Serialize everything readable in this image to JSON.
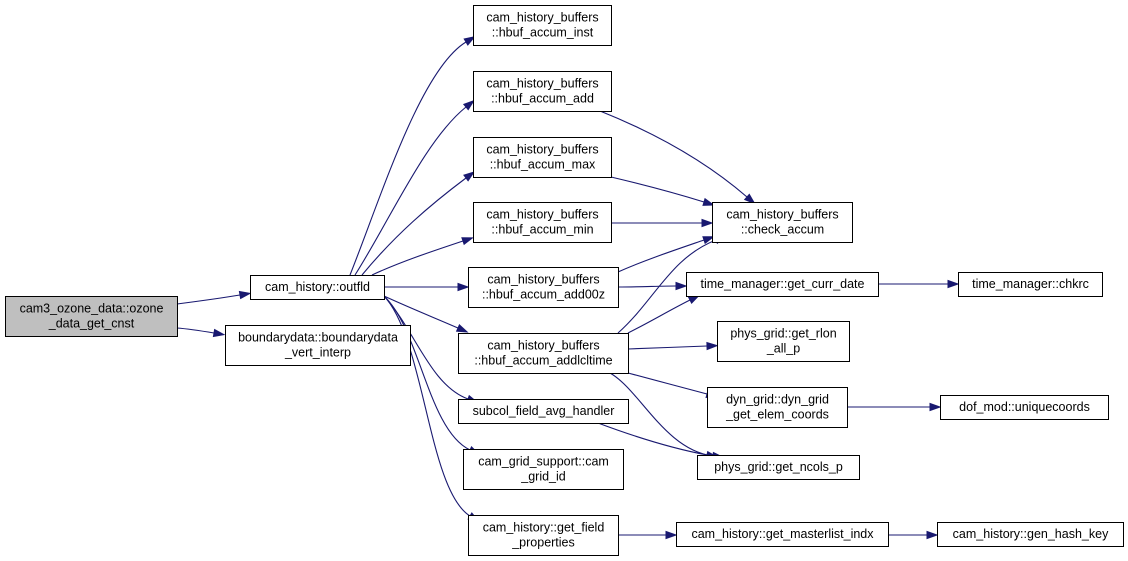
{
  "graph": {
    "nodes": [
      {
        "id": "n0",
        "lines": [
          "cam3_ozone_data::ozone",
          "_data_get_cnst"
        ],
        "root": true
      },
      {
        "id": "n1",
        "lines": [
          "cam_history::outfld"
        ]
      },
      {
        "id": "n2",
        "lines": [
          "boundarydata::boundarydata",
          "_vert_interp"
        ]
      },
      {
        "id": "n3",
        "lines": [
          "cam_history_buffers",
          "::hbuf_accum_inst"
        ]
      },
      {
        "id": "n4",
        "lines": [
          "cam_history_buffers",
          "::hbuf_accum_add"
        ]
      },
      {
        "id": "n5",
        "lines": [
          "cam_history_buffers",
          "::hbuf_accum_max"
        ]
      },
      {
        "id": "n6",
        "lines": [
          "cam_history_buffers",
          "::hbuf_accum_min"
        ]
      },
      {
        "id": "n7",
        "lines": [
          "cam_history_buffers",
          "::hbuf_accum_add00z"
        ]
      },
      {
        "id": "n8",
        "lines": [
          "cam_history_buffers",
          "::hbuf_accum_addlcltime"
        ]
      },
      {
        "id": "n9",
        "lines": [
          "subcol_field_avg_handler"
        ]
      },
      {
        "id": "n10",
        "lines": [
          "cam_grid_support::cam",
          "_grid_id"
        ]
      },
      {
        "id": "n11",
        "lines": [
          "cam_history::get_field",
          "_properties"
        ]
      },
      {
        "id": "n12",
        "lines": [
          "cam_history_buffers",
          "::check_accum"
        ]
      },
      {
        "id": "n13",
        "lines": [
          "time_manager::get_curr_date"
        ]
      },
      {
        "id": "n14",
        "lines": [
          "phys_grid::get_rlon",
          "_all_p"
        ]
      },
      {
        "id": "n15",
        "lines": [
          "dyn_grid::dyn_grid",
          "_get_elem_coords"
        ]
      },
      {
        "id": "n16",
        "lines": [
          "phys_grid::get_ncols_p"
        ]
      },
      {
        "id": "n17",
        "lines": [
          "cam_history::get_masterlist_indx"
        ]
      },
      {
        "id": "n18",
        "lines": [
          "time_manager::chkrc"
        ]
      },
      {
        "id": "n19",
        "lines": [
          "dof_mod::uniquecoords"
        ]
      },
      {
        "id": "n20",
        "lines": [
          "cam_history::gen_hash_key"
        ]
      }
    ],
    "edges": [
      {
        "from": "n0",
        "to": "n1"
      },
      {
        "from": "n0",
        "to": "n2"
      },
      {
        "from": "n1",
        "to": "n3"
      },
      {
        "from": "n1",
        "to": "n4"
      },
      {
        "from": "n1",
        "to": "n5"
      },
      {
        "from": "n1",
        "to": "n6"
      },
      {
        "from": "n1",
        "to": "n7"
      },
      {
        "from": "n1",
        "to": "n8"
      },
      {
        "from": "n1",
        "to": "n9"
      },
      {
        "from": "n1",
        "to": "n10"
      },
      {
        "from": "n1",
        "to": "n11"
      },
      {
        "from": "n4",
        "to": "n12"
      },
      {
        "from": "n5",
        "to": "n12"
      },
      {
        "from": "n6",
        "to": "n12"
      },
      {
        "from": "n7",
        "to": "n12"
      },
      {
        "from": "n7",
        "to": "n13"
      },
      {
        "from": "n8",
        "to": "n12"
      },
      {
        "from": "n8",
        "to": "n13"
      },
      {
        "from": "n8",
        "to": "n14"
      },
      {
        "from": "n8",
        "to": "n15"
      },
      {
        "from": "n8",
        "to": "n16"
      },
      {
        "from": "n9",
        "to": "n16"
      },
      {
        "from": "n11",
        "to": "n17"
      },
      {
        "from": "n13",
        "to": "n18"
      },
      {
        "from": "n15",
        "to": "n19"
      },
      {
        "from": "n17",
        "to": "n20"
      }
    ]
  }
}
